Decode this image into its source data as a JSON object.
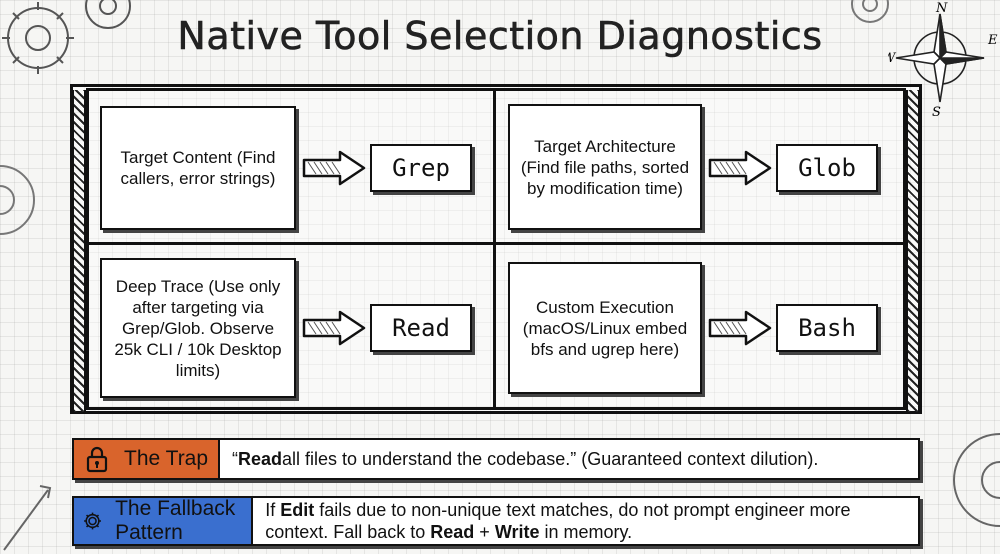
{
  "title": "Native Tool Selection Diagnostics",
  "compass": {
    "n": "N",
    "e": "E",
    "s": "S",
    "w": "W"
  },
  "cells": [
    {
      "description": "Target Content (Find callers, error strings)",
      "tool": "Grep"
    },
    {
      "description": "Target Architecture (Find file paths, sorted by modification time)",
      "tool": "Glob"
    },
    {
      "description": "Deep Trace (Use only after targeting via Grep/Glob. Observe 25k CLI / 10k Desktop limits)",
      "tool": "Read"
    },
    {
      "description": "Custom Execution (macOS/Linux embed bfs and ugrep here)",
      "tool": "Bash"
    }
  ],
  "trap": {
    "label": "The Trap",
    "icon": "lock-icon",
    "text_open_quote": "“",
    "text_bold": "Read",
    "text_rest": " all files to understand the codebase.” (Guaranteed context dilution)."
  },
  "fallback": {
    "label": "The Fallback Pattern",
    "icon": "gear-icon",
    "t1": "If ",
    "b1": "Edit",
    "t2": " fails due to non-unique text matches, do not prompt engineer more context. Fall back to ",
    "b2": "Read",
    "t3": " + ",
    "b3": "Write",
    "t4": " in memory."
  },
  "colors": {
    "trap": "#d9642c",
    "fallback": "#3a6fcf"
  }
}
